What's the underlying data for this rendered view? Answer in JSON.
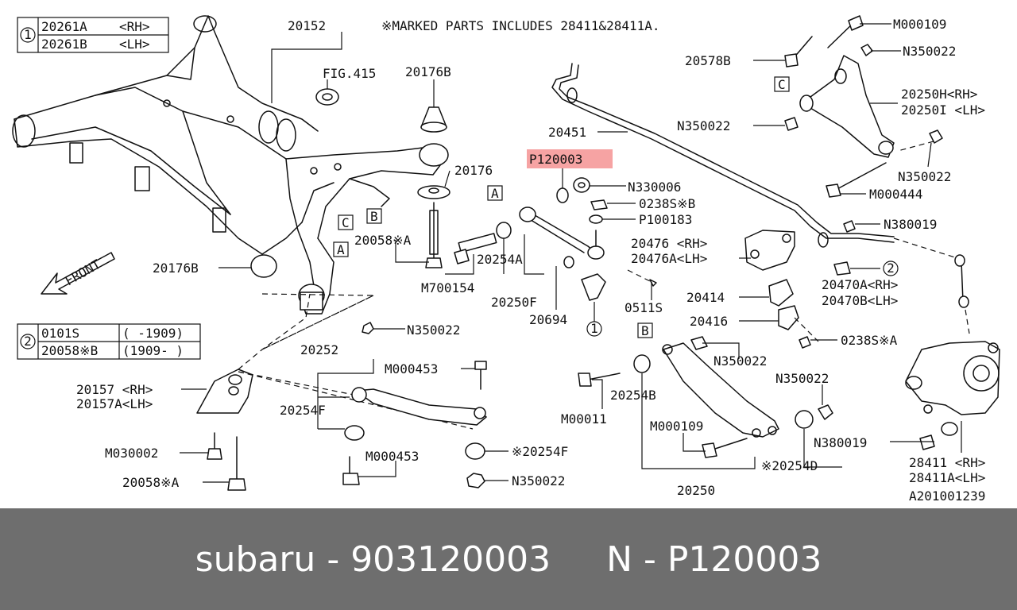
{
  "diagram": {
    "header_note": "※MARKED PARTS INCLUDES 28411&28411A.",
    "highlight_color": "#f6a3a3",
    "highlighted_part": "P120003",
    "legend_1": {
      "index": "1",
      "rows": [
        [
          "20261A",
          "<RH>"
        ],
        [
          "20261B",
          "<LH>"
        ]
      ]
    },
    "legend_2": {
      "index": "2",
      "rows": [
        [
          "0101S",
          "( -1909)"
        ],
        [
          "20058※B",
          "(1909- )"
        ]
      ]
    },
    "front_label": "FRONT",
    "tags": {
      "A": "A",
      "B": "B",
      "C": "C",
      "one": "1",
      "two": "2"
    },
    "labels": {
      "p20152": "20152",
      "fig415": "FIG.415",
      "p20176B_top": "20176B",
      "p20176": "20176",
      "p20058A_mid": "20058※A",
      "p20176B_left": "20176B",
      "m700154": "M700154",
      "p20254A": "20254A",
      "p20250F": "20250F",
      "p20694": "20694",
      "n330006": "N330006",
      "p0238S_B": "0238S※B",
      "p100183": "P100183",
      "p20451": "20451",
      "p0511S": "0511S",
      "m000109_top": "M000109",
      "n350022_tr": "N350022",
      "p20578B": "20578B",
      "p20250H": "20250H<RH>",
      "p20250I": "20250I <LH>",
      "n350022_c": "N350022",
      "n350022_r": "N350022",
      "m000444": "M000444",
      "n380019_top": "N380019",
      "p20476": "20476 <RH>",
      "p20476A": "20476A<LH>",
      "p20470A": "20470A<RH>",
      "p20470B": "20470B<LH>",
      "p20414": "20414",
      "p20416": "20416",
      "p0238S_A": "0238S※A",
      "n350022_b": "N350022",
      "n350022_br": "N350022",
      "p20254B": "20254B",
      "m00011": "M00011",
      "m000109_b": "M000109",
      "p20254D": "※20254D",
      "p20250": "20250",
      "n380019_b": "N380019",
      "p28411": "28411 <RH>",
      "p28411A": "28411A<LH>",
      "a201001239": "A201001239",
      "n350022_ml": "N350022",
      "p20252": "20252",
      "m000453_top": "M000453",
      "p20157": "20157 <RH>",
      "p20157A": "20157A<LH>",
      "p20254F": "20254F",
      "p20254F_m": "※20254F",
      "m030002": "M030002",
      "m000453_b": "M000453",
      "p20058A_b": "20058※A",
      "n350022_bb": "N350022"
    }
  },
  "footer": {
    "brand": "subaru",
    "part_number": "903120003",
    "name": "N - P120003"
  }
}
